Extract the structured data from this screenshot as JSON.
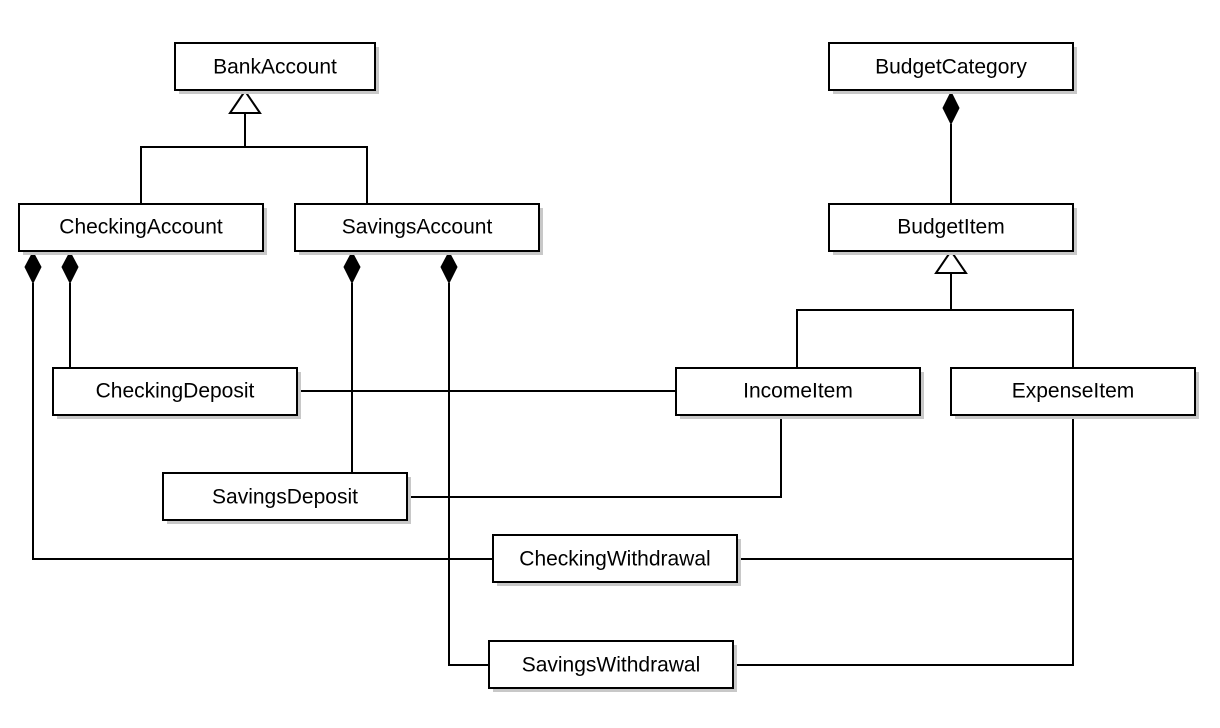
{
  "diagram": {
    "nodes": {
      "bank_account": "BankAccount",
      "checking_account": "CheckingAccount",
      "savings_account": "SavingsAccount",
      "checking_deposit": "CheckingDeposit",
      "savings_deposit": "SavingsDeposit",
      "checking_withdrawal": "CheckingWithdrawal",
      "savings_withdrawal": "SavingsWithdrawal",
      "budget_category": "BudgetCategory",
      "budget_item": "BudgetItem",
      "income_item": "IncomeItem",
      "expense_item": "ExpenseItem"
    },
    "relationships": [
      {
        "type": "generalization",
        "from": "checking_account",
        "to": "bank_account"
      },
      {
        "type": "generalization",
        "from": "savings_account",
        "to": "bank_account"
      },
      {
        "type": "generalization",
        "from": "income_item",
        "to": "budget_item"
      },
      {
        "type": "generalization",
        "from": "expense_item",
        "to": "budget_item"
      },
      {
        "type": "composition",
        "whole": "budget_category",
        "part": "budget_item"
      },
      {
        "type": "composition",
        "whole": "checking_account",
        "part": "checking_deposit"
      },
      {
        "type": "composition",
        "whole": "checking_account",
        "part": "checking_withdrawal"
      },
      {
        "type": "composition",
        "whole": "savings_account",
        "part": "savings_deposit"
      },
      {
        "type": "composition",
        "whole": "savings_account",
        "part": "savings_withdrawal"
      },
      {
        "type": "association",
        "from": "checking_deposit",
        "to": "income_item"
      },
      {
        "type": "association",
        "from": "savings_deposit",
        "to": "income_item"
      },
      {
        "type": "association",
        "from": "checking_withdrawal",
        "to": "expense_item"
      },
      {
        "type": "association",
        "from": "savings_withdrawal",
        "to": "expense_item"
      }
    ]
  }
}
